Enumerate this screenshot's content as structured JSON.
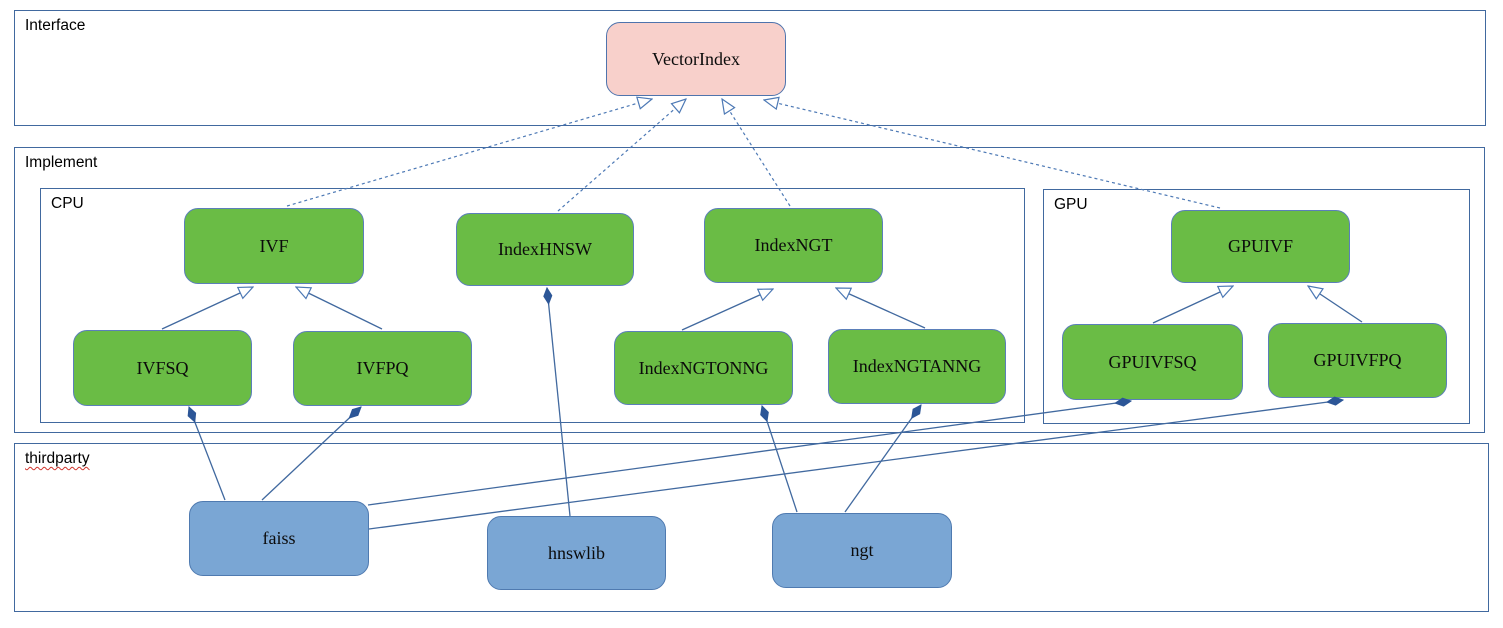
{
  "containers": {
    "interface": "Interface",
    "implement": "Implement",
    "cpu": "CPU",
    "gpu": "GPU",
    "thirdparty": "thirdparty"
  },
  "nodes": {
    "vectorindex": "VectorIndex",
    "ivf": "IVF",
    "indexhnsw": "IndexHNSW",
    "indexngt": "IndexNGT",
    "gpuivf": "GPUIVF",
    "ivfsq": "IVFSQ",
    "ivfpq": "IVFPQ",
    "indexngtonng": "IndexNGTONNG",
    "indexngtanng": "IndexNGTANNG",
    "gpuivfsq": "GPUIVFSQ",
    "gpuivfpq": "GPUIVFPQ",
    "faiss": "faiss",
    "hnswlib": "hnswlib",
    "ngt": "ngt"
  },
  "edges": [
    {
      "type": "realization",
      "from": "IVF",
      "to": "VectorIndex",
      "style": "dashed, hollow arrow"
    },
    {
      "type": "realization",
      "from": "IndexHNSW",
      "to": "VectorIndex",
      "style": "dashed, hollow arrow"
    },
    {
      "type": "realization",
      "from": "IndexNGT",
      "to": "VectorIndex",
      "style": "dashed, hollow arrow"
    },
    {
      "type": "realization",
      "from": "GPUIVF",
      "to": "VectorIndex",
      "style": "dashed, hollow arrow"
    },
    {
      "type": "generalization",
      "from": "IVFSQ",
      "to": "IVF",
      "style": "solid, hollow triangle"
    },
    {
      "type": "generalization",
      "from": "IVFPQ",
      "to": "IVF",
      "style": "solid, hollow triangle"
    },
    {
      "type": "generalization",
      "from": "IndexNGTONNG",
      "to": "IndexNGT",
      "style": "solid, hollow triangle"
    },
    {
      "type": "generalization",
      "from": "IndexNGTANNG",
      "to": "IndexNGT",
      "style": "solid, hollow triangle"
    },
    {
      "type": "generalization",
      "from": "GPUIVFSQ",
      "to": "GPUIVF",
      "style": "solid, hollow triangle"
    },
    {
      "type": "generalization",
      "from": "GPUIVFPQ",
      "to": "GPUIVF",
      "style": "solid, hollow triangle"
    },
    {
      "type": "composition",
      "from": "faiss",
      "to": "IVFSQ",
      "style": "solid, filled diamond"
    },
    {
      "type": "composition",
      "from": "faiss",
      "to": "IVFPQ",
      "style": "solid, filled diamond"
    },
    {
      "type": "composition",
      "from": "faiss",
      "to": "GPUIVFSQ",
      "style": "solid, filled diamond"
    },
    {
      "type": "composition",
      "from": "faiss",
      "to": "GPUIVFPQ",
      "style": "solid, filled diamond"
    },
    {
      "type": "composition",
      "from": "hnswlib",
      "to": "IndexHNSW",
      "style": "solid, filled diamond"
    },
    {
      "type": "composition",
      "from": "ngt",
      "to": "IndexNGTONNG",
      "style": "solid, filled diamond"
    },
    {
      "type": "composition",
      "from": "ngt",
      "to": "IndexNGTANNG",
      "style": "solid, filled diamond"
    }
  ],
  "colors": {
    "node_green": "#6abc45",
    "node_blue": "#7aa6d4",
    "node_pink": "#f8d0cb",
    "container_border": "#41699f",
    "edge_line": "#41699f",
    "edge_dashed": "#4d79b5",
    "diamond_fill": "#2c5697",
    "squiggle_red": "#d0342c"
  }
}
